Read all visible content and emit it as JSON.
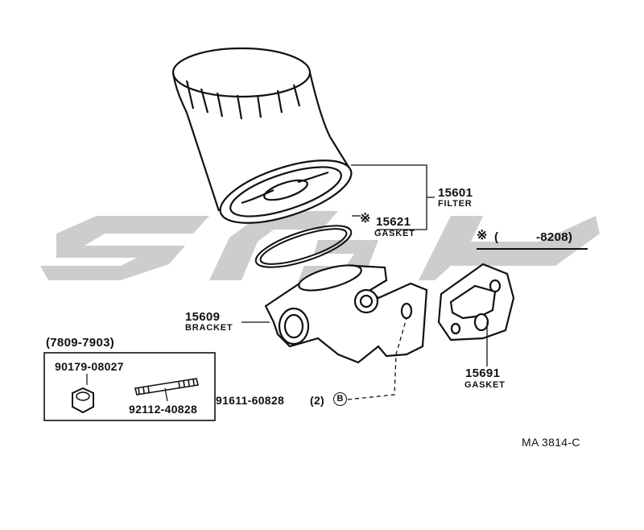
{
  "watermark_color": "#c8c8c8",
  "line_color": "#111111",
  "parts": {
    "filter": {
      "number": "15601",
      "name": "FILTER"
    },
    "filter_gasket": {
      "mark": "※",
      "number": "15621",
      "name": "GASKET"
    },
    "date_range_note": {
      "mark": "※",
      "open": "(",
      "range": "-8208)"
    },
    "bracket": {
      "number": "15609",
      "name": "BRACKET"
    },
    "bracket_gasket": {
      "number": "15691",
      "name": "GASKET"
    },
    "bolt": {
      "number": "91611-60828",
      "qty": "(2)",
      "ref": "B"
    },
    "kit": {
      "range": "(7809-7903)",
      "nut": "90179-08027",
      "stud": "92112-40828"
    }
  },
  "diagram_code": "MA 3814-C"
}
